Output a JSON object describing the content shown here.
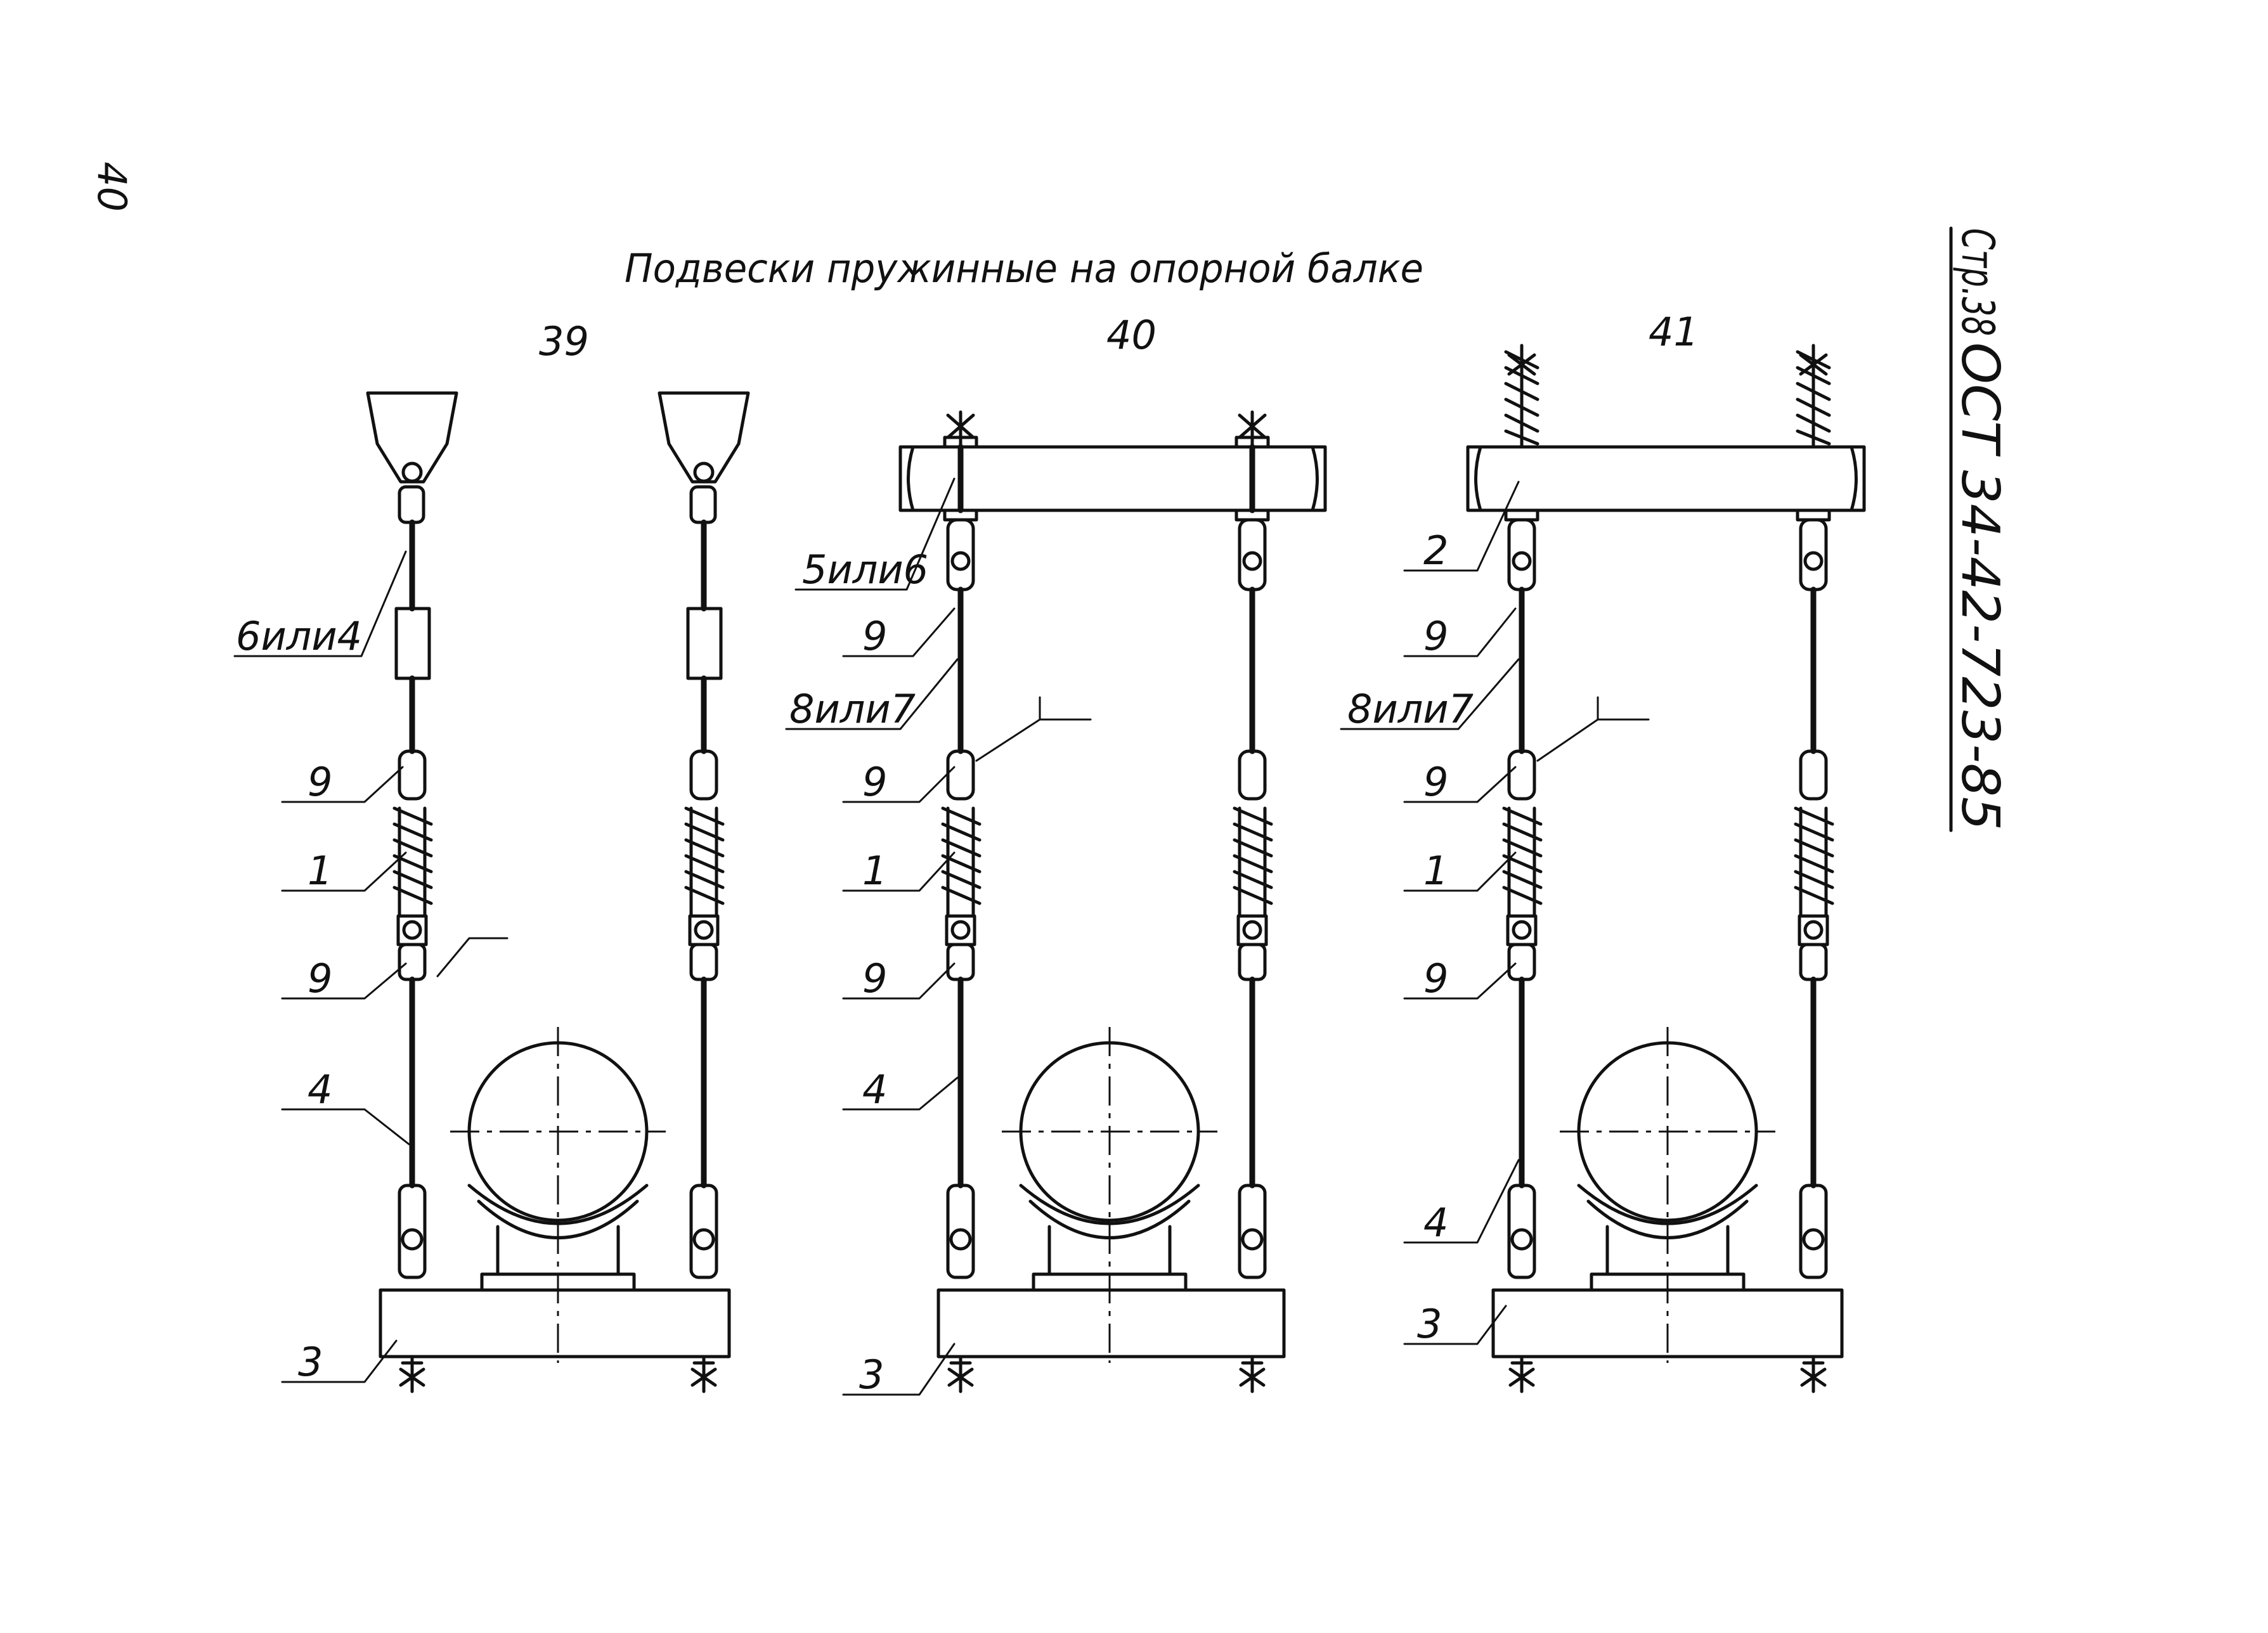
{
  "page_number": "40",
  "title": "Подвески пружинные на опорной балке",
  "document_code": "ОСТ 34-42-723-85",
  "page_ref": "Стр.38",
  "variants": [
    {
      "number": "39",
      "labels": [
        "6или4",
        "9",
        "1",
        "9",
        "4",
        "3"
      ]
    },
    {
      "number": "40",
      "labels": [
        "5или6",
        "9",
        "8или7",
        "9",
        "1",
        "9",
        "4",
        "3"
      ]
    },
    {
      "number": "41",
      "labels": [
        "2",
        "9",
        "8или7",
        "9",
        "1",
        "9",
        "4",
        "3"
      ]
    }
  ]
}
